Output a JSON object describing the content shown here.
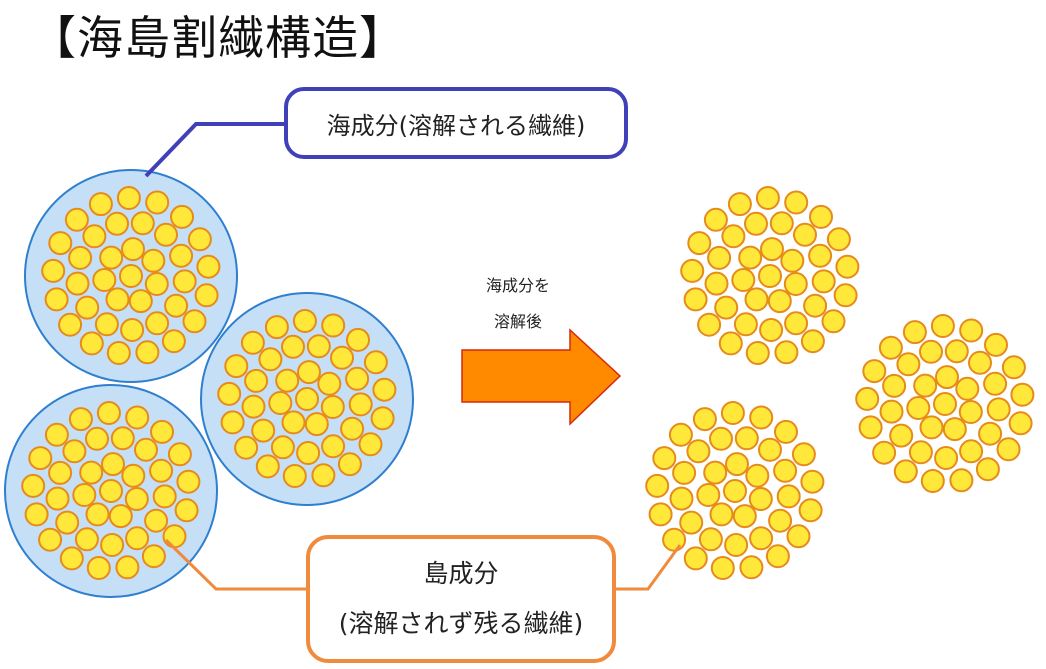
{
  "title": "【海島割繊構造】",
  "sea_label": "海成分(溶解される繊維)",
  "island_label": {
    "line1": "島成分",
    "line2": "(溶解されず残る繊維)"
  },
  "arrow_caption": {
    "line1": "海成分を",
    "line2": "溶解後"
  },
  "colors": {
    "sea_fill": "#c5dff7",
    "sea_stroke": "#2e7fcf",
    "island_fill": "#ffe83a",
    "island_stroke": "#e68a1c",
    "arrow_fill": "#ff8a00",
    "arrow_stroke": "#d42a10",
    "sea_callout": "#4040b8",
    "island_callout": "#f08a3c"
  }
}
